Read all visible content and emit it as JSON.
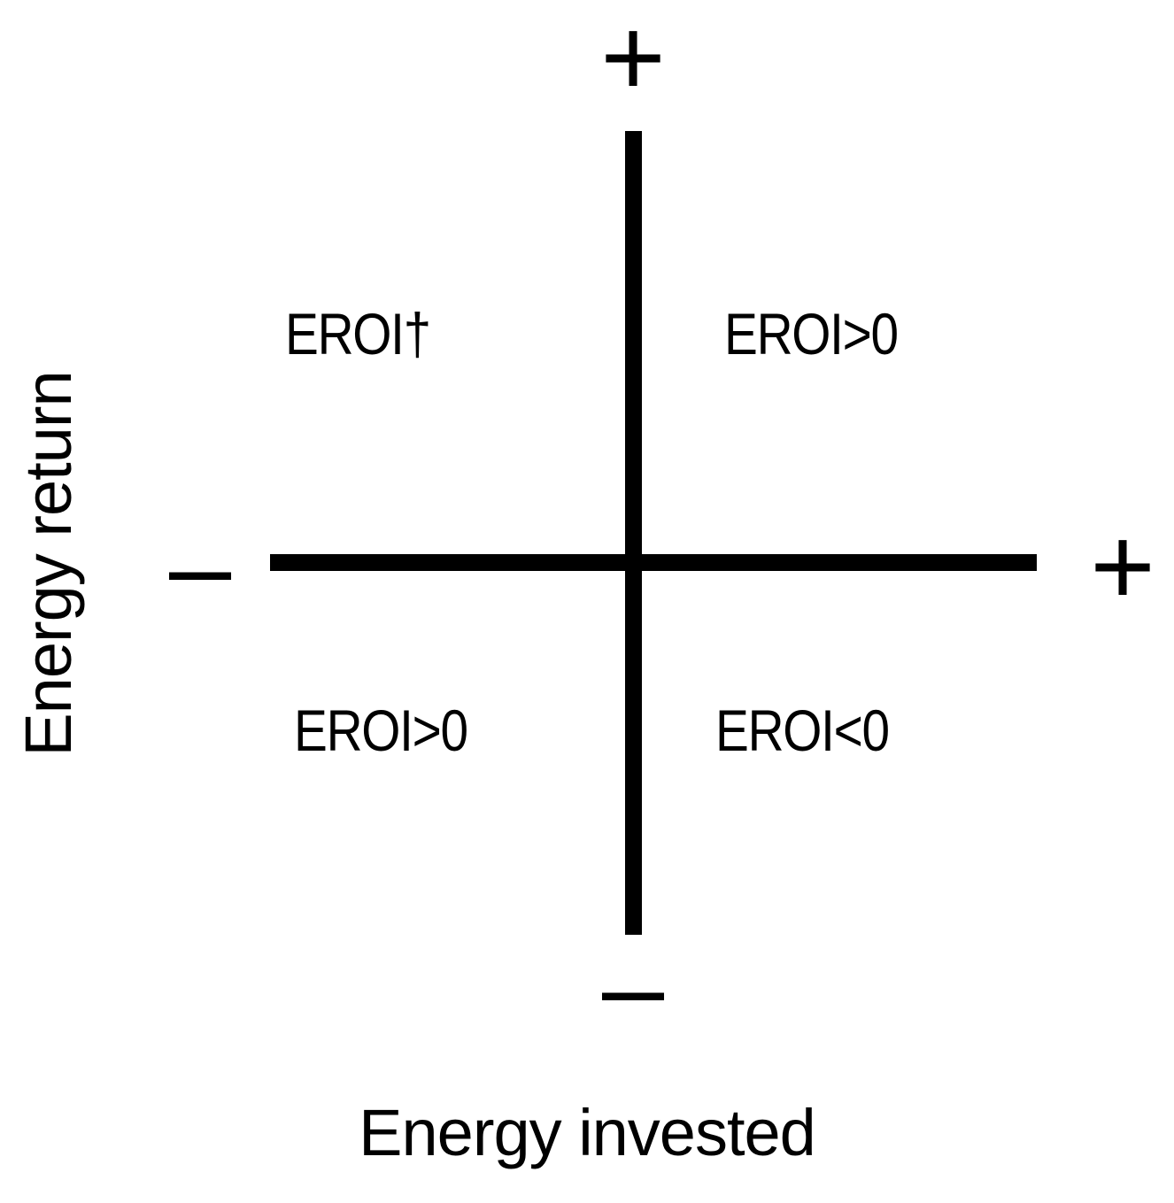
{
  "chart_data": {
    "type": "diagram",
    "subtype": "quadrant-chart",
    "title": "",
    "xlabel": "Energy invested",
    "ylabel": "Energy return",
    "grid": false,
    "legend": null,
    "axes": {
      "x": {
        "label": "Energy invested",
        "negative_sign": "–",
        "positive_sign": "+",
        "negative_sign_name": "minus",
        "positive_sign_name": "plus"
      },
      "y": {
        "label": "Energy return",
        "negative_sign": "–",
        "positive_sign": "+",
        "negative_sign_name": "minus",
        "positive_sign_name": "plus"
      }
    },
    "quadrants": [
      {
        "position": "top-left",
        "x_sign": "negative",
        "y_sign": "positive",
        "label": "EROI†"
      },
      {
        "position": "top-right",
        "x_sign": "positive",
        "y_sign": "positive",
        "label": "EROI>0"
      },
      {
        "position": "bottom-left",
        "x_sign": "negative",
        "y_sign": "negative",
        "label": "EROI>0"
      },
      {
        "position": "bottom-right",
        "x_sign": "positive",
        "y_sign": "negative",
        "label": "EROI<0"
      }
    ],
    "colors": {
      "background": "#ffffff",
      "axis": "#000000",
      "text": "#000000"
    }
  },
  "diagram": {
    "axes": {
      "y_title": "Energy return",
      "x_title": "Energy invested",
      "top_sign": "+",
      "right_sign": "+",
      "left_sign": "–",
      "bottom_sign": "–"
    },
    "quadrant_labels": {
      "top_left": "EROI†",
      "top_right": "EROI>0",
      "bottom_left": "EROI>0",
      "bottom_right": "EROI<0"
    }
  }
}
